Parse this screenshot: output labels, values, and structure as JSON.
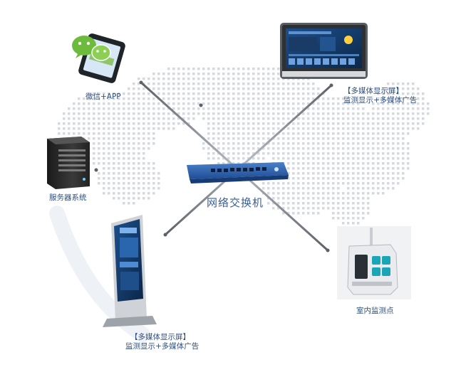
{
  "hub": {
    "label": "网络交换机"
  },
  "nodes": {
    "wechat_app": {
      "label": "微信+APP"
    },
    "wall_screen": {
      "line1": "【多媒体显示屏】",
      "line2": "监测显示+多媒体广告"
    },
    "server": {
      "label": "服务器系统"
    },
    "kiosk": {
      "line1": "【多媒体显示屏】",
      "line2": "监测显示+多媒体广告"
    },
    "indoor_monitor": {
      "label": "室内监测点"
    }
  },
  "colors": {
    "antenna": "#7a7f86",
    "switch_body": "#2b5ea8",
    "label_text": "#2f4f7f",
    "map_dots": "#d4d9df"
  }
}
